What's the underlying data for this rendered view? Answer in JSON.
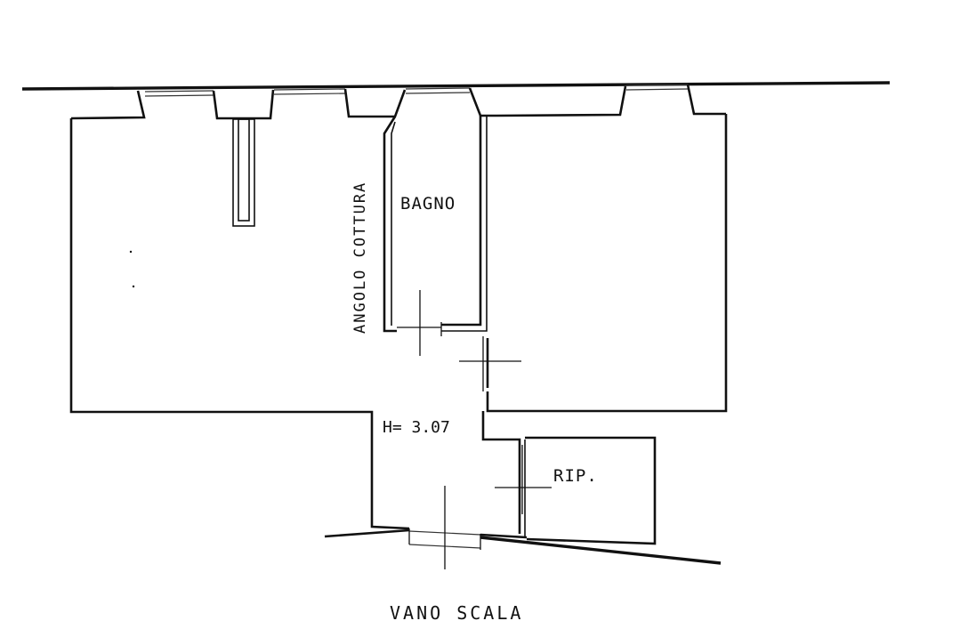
{
  "plan": {
    "labels": {
      "bagno": "BAGNO",
      "angolo_cottura": "ANGOLO COTTURA",
      "height": "H= 3.07",
      "ripostiglio": "RIP.",
      "vano_scala": "VANO SCALA"
    }
  }
}
